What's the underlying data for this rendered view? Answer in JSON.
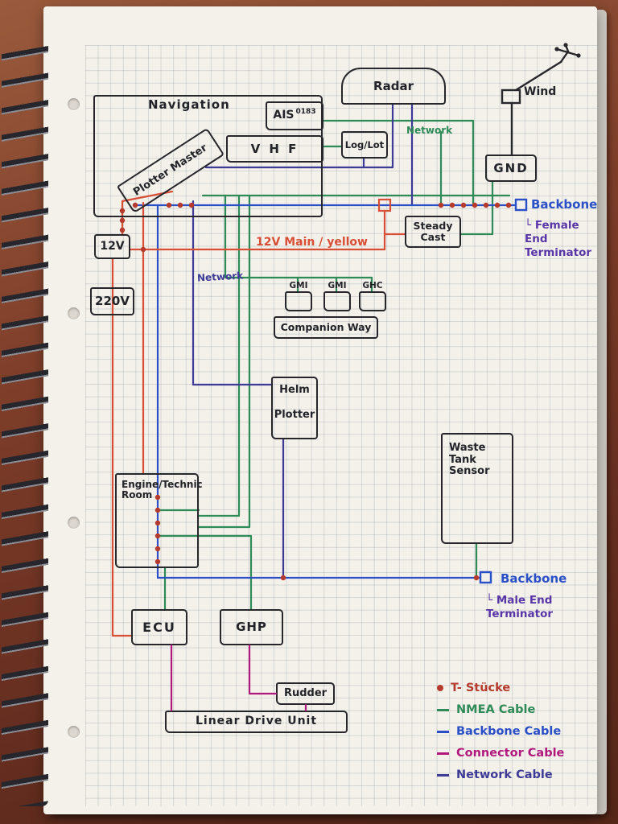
{
  "colors": {
    "ink": "#23242a",
    "t_stueck_dot": "#b63a2b",
    "nmea_cable": "#2e8b57",
    "backbone_cable": "#2a4fc7",
    "connector_cable": "#b0187e",
    "network_cable": "#3d3b96",
    "power_12v": "#d94f35"
  },
  "boxes": {
    "navigation": "Navigation",
    "ais": "AIS",
    "ais_sup": "0183",
    "vhf": "V H F",
    "plotter_master": "Plotter Master",
    "radar": "Radar",
    "wind": "Wind",
    "log_lot": "Log/Lot",
    "gnd": "GND",
    "steady_cast": "Steady Cast",
    "v12": "12V",
    "v220": "220V",
    "gmi_1": "GMI",
    "gmi_2": "GMI",
    "ghc": "GHC",
    "companion_way": "Companion Way",
    "helm": "Helm",
    "plotter": "Plotter",
    "waste_tank_sensor": "Waste Tank Sensor",
    "engine_room": "Engine/Technic Room",
    "ecu": "ECU",
    "ghp": "GHP",
    "rudder": "Rudder",
    "linear_drive_unit": "Linear Drive Unit"
  },
  "wire_labels": {
    "network_top": "Network",
    "network_mid": "Network",
    "main_12v": "12V Main / yellow"
  },
  "terminators": {
    "backbone_top": "Backbone",
    "female_end": "Female End Terminator",
    "backbone_bottom": "Backbone",
    "male_end": "Male End Terminator",
    "bracket": "└"
  },
  "legend": [
    {
      "label": "T- Stücke",
      "symbol": "dot",
      "color": "#b63a2b"
    },
    {
      "label": "NMEA Cable",
      "symbol": "line",
      "color": "#2e8b57"
    },
    {
      "label": "Backbone Cable",
      "symbol": "line",
      "color": "#2a4fc7"
    },
    {
      "label": "Connector Cable",
      "symbol": "line",
      "color": "#b0187e"
    },
    {
      "label": "Network Cable",
      "symbol": "line",
      "color": "#3d3b96"
    }
  ]
}
